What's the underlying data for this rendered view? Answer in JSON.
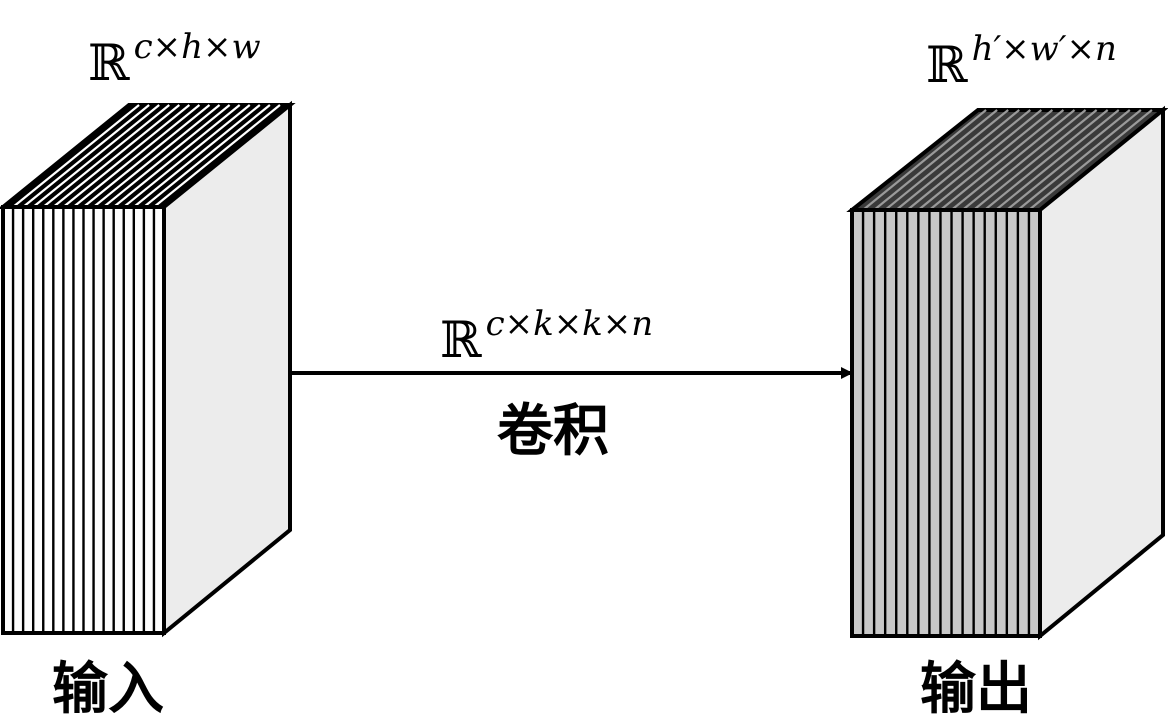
{
  "input": {
    "shape_base": "ℝ",
    "shape_sup": "c×h×w",
    "label": "输入",
    "front_color": "#ffffff",
    "side_color": "#ececec",
    "top_color": "#000000"
  },
  "operation": {
    "shape_base": "ℝ",
    "shape_sup": "c×k×k×n",
    "label": "卷积"
  },
  "output": {
    "shape_base": "ℝ",
    "shape_sup": "h′×w′×n",
    "label": "输出",
    "front_color": "#c8c8c8",
    "side_color": "#ececec",
    "top_color": "#3a3a3a"
  }
}
